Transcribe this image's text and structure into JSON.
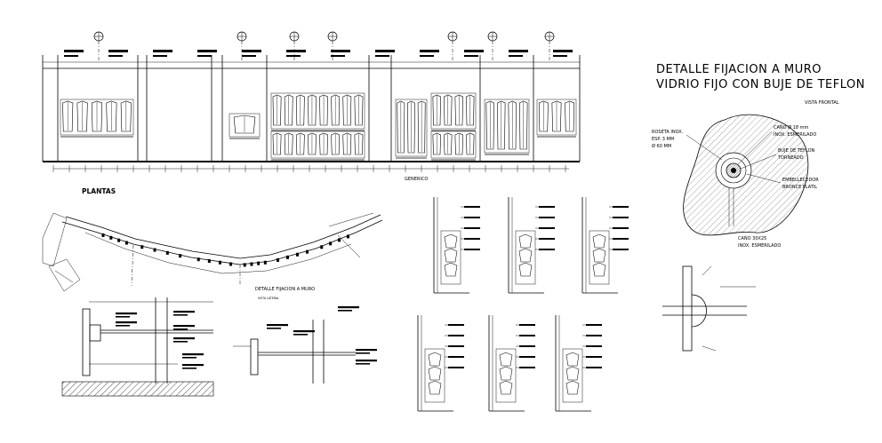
{
  "labels": {
    "plantas": "PLANTAS",
    "generico": "GENERICO",
    "detalle_fijacion_muro": "DETALLE FIJACION A MURO",
    "vista_lateral": "VISTA LATERAL",
    "detalle_title_line1": "DETALLE FIJACION A MURO",
    "detalle_title_line2": "VIDRIO FIJO CON BUJE DE TEFLON",
    "vista_frontal": "VISTA FRONTAL",
    "roseta_1": "ROSETA INOX.",
    "roseta_2": "ESP. 3 MM",
    "roseta_3": "Ø 60 MM",
    "cano_1": "CAÑO Ø 18 mm",
    "cano_2": "INOX. ESMERILADO",
    "buje_1": "BUJE DE TEFLON",
    "buje_2": "TORNEADO",
    "embellecedor_1": "EMBELLECEDOR",
    "embellecedor_2": "BRONCE PLATIL",
    "cano30_1": "CAÑO 30X25",
    "cano30_2": "INOX. ESMERILADO"
  }
}
